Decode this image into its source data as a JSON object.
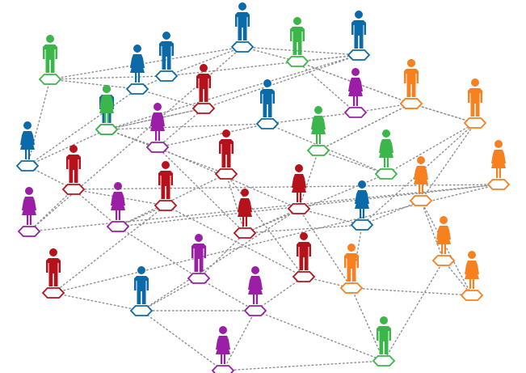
{
  "colors": {
    "background": "#ffffff",
    "edge": "#8e8e8e",
    "green": "#3cb54a",
    "blue": "#0d6aa8",
    "red": "#b5121b",
    "purple": "#9b1fa6",
    "orange": "#f7801f"
  },
  "people": [
    {
      "id": "p1",
      "color": "green",
      "type": "man"
    },
    {
      "id": "p2",
      "color": "blue",
      "type": "woman"
    },
    {
      "id": "p3",
      "color": "blue",
      "type": "man"
    },
    {
      "id": "p4",
      "color": "blue",
      "type": "woman"
    },
    {
      "id": "p5",
      "color": "blue",
      "type": "man"
    },
    {
      "id": "p6",
      "color": "green",
      "type": "man"
    },
    {
      "id": "p7",
      "color": "blue",
      "type": "man"
    },
    {
      "id": "p8",
      "color": "red",
      "type": "man"
    },
    {
      "id": "p9",
      "color": "purple",
      "type": "woman"
    },
    {
      "id": "p10",
      "color": "orange",
      "type": "man"
    },
    {
      "id": "p11",
      "color": "orange",
      "type": "man"
    },
    {
      "id": "p12",
      "color": "blue",
      "type": "man"
    },
    {
      "id": "p13",
      "color": "green",
      "type": "woman"
    },
    {
      "id": "p14",
      "color": "blue",
      "type": "man"
    },
    {
      "id": "p15",
      "color": "green",
      "type": "woman"
    },
    {
      "id": "p16",
      "color": "purple",
      "type": "woman"
    },
    {
      "id": "p17",
      "color": "purple",
      "type": "woman"
    },
    {
      "id": "p18",
      "color": "green",
      "type": "woman"
    },
    {
      "id": "p19",
      "color": "red",
      "type": "man"
    },
    {
      "id": "p20",
      "color": "red",
      "type": "man"
    },
    {
      "id": "p21",
      "color": "red",
      "type": "woman"
    },
    {
      "id": "p22",
      "color": "orange",
      "type": "man"
    },
    {
      "id": "p23",
      "color": "orange",
      "type": "woman"
    },
    {
      "id": "p24",
      "color": "purple",
      "type": "woman"
    },
    {
      "id": "p25",
      "color": "red",
      "type": "man"
    },
    {
      "id": "p26",
      "color": "red",
      "type": "woman"
    },
    {
      "id": "p27",
      "color": "blue",
      "type": "woman"
    },
    {
      "id": "p28",
      "color": "orange",
      "type": "woman"
    },
    {
      "id": "p29",
      "color": "purple",
      "type": "man"
    },
    {
      "id": "p30",
      "color": "red",
      "type": "man"
    },
    {
      "id": "p31",
      "color": "orange",
      "type": "man"
    },
    {
      "id": "p32",
      "color": "red",
      "type": "man"
    },
    {
      "id": "p33",
      "color": "orange",
      "type": "woman"
    },
    {
      "id": "p34",
      "color": "blue",
      "type": "man"
    },
    {
      "id": "p35",
      "color": "purple",
      "type": "woman"
    },
    {
      "id": "p36",
      "color": "orange",
      "type": "woman"
    },
    {
      "id": "p37",
      "color": "purple",
      "type": "woman"
    },
    {
      "id": "p38",
      "color": "green",
      "type": "man"
    }
  ],
  "edges": [
    [
      "p1",
      "p2"
    ],
    [
      "p1",
      "p3"
    ],
    [
      "p1",
      "p4"
    ],
    [
      "p1",
      "p5"
    ],
    [
      "p2",
      "p3"
    ],
    [
      "p2",
      "p8"
    ],
    [
      "p3",
      "p5"
    ],
    [
      "p3",
      "p7"
    ],
    [
      "p5",
      "p6"
    ],
    [
      "p5",
      "p7"
    ],
    [
      "p6",
      "p7"
    ],
    [
      "p6",
      "p9"
    ],
    [
      "p6",
      "p10"
    ],
    [
      "p7",
      "p8"
    ],
    [
      "p7",
      "p12"
    ],
    [
      "p4",
      "p2"
    ],
    [
      "p4",
      "p13"
    ],
    [
      "p4",
      "p19"
    ],
    [
      "p8",
      "p12"
    ],
    [
      "p8",
      "p16"
    ],
    [
      "p9",
      "p10"
    ],
    [
      "p9",
      "p14"
    ],
    [
      "p10",
      "p11"
    ],
    [
      "p10",
      "p15"
    ],
    [
      "p11",
      "p15"
    ],
    [
      "p11",
      "p22"
    ],
    [
      "p12",
      "p14"
    ],
    [
      "p12",
      "p16"
    ],
    [
      "p13",
      "p16"
    ],
    [
      "p13",
      "p20"
    ],
    [
      "p13",
      "p8"
    ],
    [
      "p14",
      "p18"
    ],
    [
      "p14",
      "p16"
    ],
    [
      "p15",
      "p18"
    ],
    [
      "p15",
      "p26"
    ],
    [
      "p16",
      "p21"
    ],
    [
      "p16",
      "p26"
    ],
    [
      "p17",
      "p5"
    ],
    [
      "p17",
      "p19"
    ],
    [
      "p17",
      "p23"
    ],
    [
      "p18",
      "p22"
    ],
    [
      "p18",
      "p21"
    ],
    [
      "p19",
      "p23"
    ],
    [
      "p19",
      "p24"
    ],
    [
      "p19",
      "p25"
    ],
    [
      "p20",
      "p21"
    ],
    [
      "p20",
      "p24"
    ],
    [
      "p20",
      "p30"
    ],
    [
      "p21",
      "p26"
    ],
    [
      "p21",
      "p27"
    ],
    [
      "p21",
      "p29"
    ],
    [
      "p22",
      "p11"
    ],
    [
      "p22",
      "p27"
    ],
    [
      "p22",
      "p28"
    ],
    [
      "p23",
      "p24"
    ],
    [
      "p23",
      "p32"
    ],
    [
      "p24",
      "p25"
    ],
    [
      "p24",
      "p29"
    ],
    [
      "p25",
      "p30"
    ],
    [
      "p25",
      "p32"
    ],
    [
      "p26",
      "p27"
    ],
    [
      "p26",
      "p31"
    ],
    [
      "p27",
      "p28"
    ],
    [
      "p27",
      "p31"
    ],
    [
      "p28",
      "p33"
    ],
    [
      "p28",
      "p36"
    ],
    [
      "p29",
      "p34"
    ],
    [
      "p29",
      "p35"
    ],
    [
      "p30",
      "p31"
    ],
    [
      "p30",
      "p35"
    ],
    [
      "p31",
      "p33"
    ],
    [
      "p31",
      "p38"
    ],
    [
      "p32",
      "p34"
    ],
    [
      "p33",
      "p36"
    ],
    [
      "p34",
      "p35"
    ],
    [
      "p34",
      "p37"
    ],
    [
      "p35",
      "p37"
    ],
    [
      "p35",
      "p38"
    ],
    [
      "p36",
      "p38"
    ],
    [
      "p37",
      "p38"
    ],
    [
      "p11",
      "p6"
    ],
    [
      "p26",
      "p34"
    ]
  ]
}
